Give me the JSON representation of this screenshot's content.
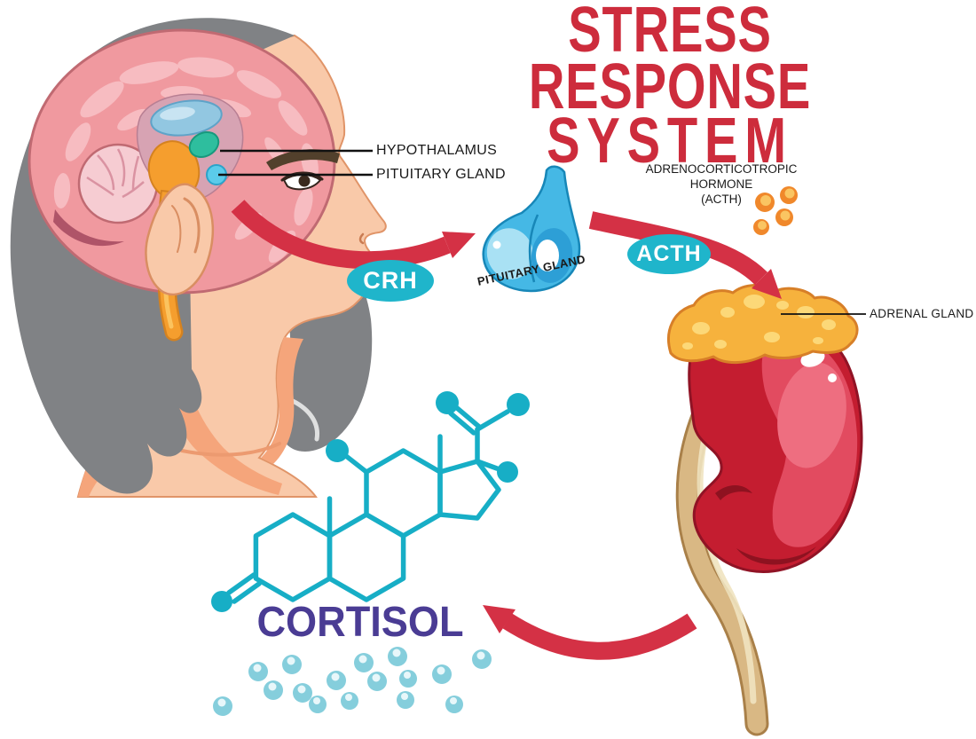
{
  "title": {
    "line1": "STRESS RESPONSE",
    "line2": "SYSTEM"
  },
  "head_labels": {
    "hypothalamus": "HYPOTHALAMUS",
    "pituitary_gland": "PITUITARY GLAND"
  },
  "badges": {
    "crh": "CRH",
    "acth": "ACTH"
  },
  "pituitary_caption": "PITUITARY GLAND",
  "acth_hormone_label": {
    "line1": "ADRENOCORTICOTROPIC",
    "line2": "HORMONE",
    "line3": "(ACTH)"
  },
  "adrenal_label": "ADRENAL GLAND",
  "cortisol_label": "CORTISOL",
  "colors": {
    "title_red": "#CD2C3C",
    "arrow_red": "#D43145",
    "badge_cyan": "#1FB5CB",
    "cortisol_purple": "#4A3C94",
    "molecule_cyan": "#17AEC6",
    "cortisol_dot_teal": "#85CEDC",
    "acth_dot_orange": "#F0882B",
    "kidney_red": "#C41D30",
    "adrenal_yellow": "#F6B23D",
    "label_black": "#1A1A1A"
  }
}
